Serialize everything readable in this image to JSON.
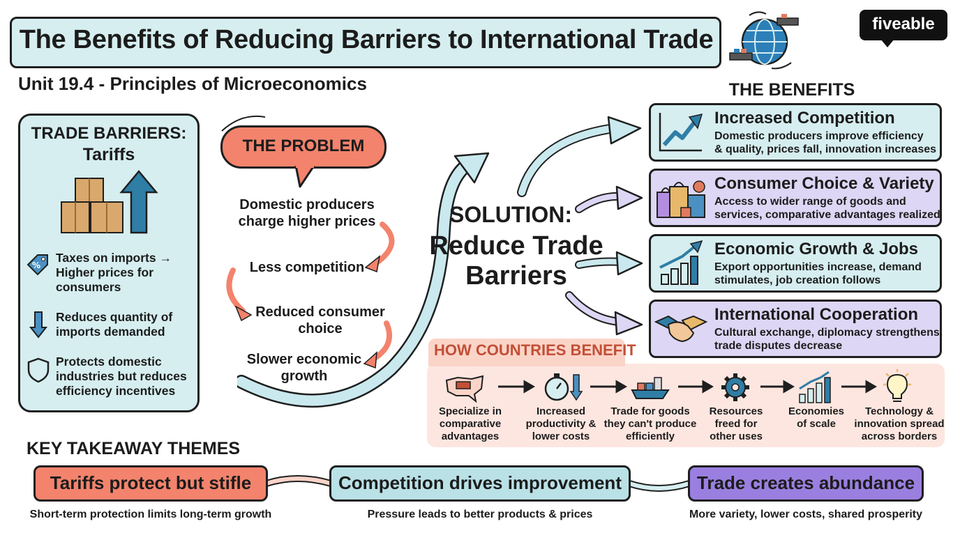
{
  "header": {
    "title": "The Benefits of Reducing Barriers to International Trade",
    "subtitle": "Unit 19.4 - Principles of Microeconomics",
    "logo": "fiveable"
  },
  "barriers": {
    "heading_line1": "TRADE BARRIERS:",
    "heading_line2": "Tariffs",
    "items": [
      {
        "icon": "price-tag-icon",
        "text": "Taxes on imports → Higher prices for consumers"
      },
      {
        "icon": "down-arrow-icon",
        "text": "Reduces quantity of imports demanded"
      },
      {
        "icon": "shield-icon",
        "text": "Protects domestic industries but reduces efficiency incentives"
      }
    ]
  },
  "problem": {
    "label": "THE PROBLEM",
    "steps": [
      "Domestic producers charge higher prices",
      "Less competition",
      "Reduced consumer choice",
      "Slower economic growth"
    ]
  },
  "solution": {
    "line1": "SOLUTION:",
    "line2": "Reduce Trade Barriers"
  },
  "benefits": {
    "heading": "THE BENEFITS",
    "items": [
      {
        "icon": "trending-chart-icon",
        "title": "Increased Competition",
        "desc_line1": "Domestic producers improve efficiency",
        "desc_line2": "& quality, prices fall, innovation increases",
        "color": "#d6eef0"
      },
      {
        "icon": "shopping-bags-icon",
        "title": "Consumer Choice & Variety",
        "desc_line1": "Access to wider range of goods and",
        "desc_line2": "services, comparative advantages realized",
        "color": "#ddd6f4"
      },
      {
        "icon": "bar-growth-icon",
        "title": "Economic Growth & Jobs",
        "desc_line1": "Export opportunities increase, demand",
        "desc_line2": "stimulates, job creation follows",
        "color": "#d6eef0"
      },
      {
        "icon": "handshake-icon",
        "title": "International Cooperation",
        "desc_line1": "Cultural exchange, diplomacy strengthens,",
        "desc_line2": "trade disputes decrease",
        "color": "#ddd6f4"
      }
    ]
  },
  "how_countries_benefit": {
    "title": "HOW COUNTRIES BENEFIT",
    "steps": [
      {
        "icon": "country-map-icon",
        "line1": "Specialize in",
        "line2": "comparative",
        "line3": "advantages"
      },
      {
        "icon": "stopwatch-icon",
        "line1": "Increased",
        "line2": "productivity &",
        "line3": "lower costs"
      },
      {
        "icon": "cargo-ship-icon",
        "line1": "Trade for goods",
        "line2": "they can't produce",
        "line3": "efficiently"
      },
      {
        "icon": "gear-icon",
        "line1": "Resources",
        "line2": "freed for",
        "line3": "other uses"
      },
      {
        "icon": "growth-chart-icon",
        "line1": "Economies",
        "line2": "of scale",
        "line3": ""
      },
      {
        "icon": "lightbulb-icon",
        "line1": "Technology &",
        "line2": "innovation spread",
        "line3": "across borders"
      }
    ]
  },
  "key_takeaways": {
    "heading": "KEY TAKEAWAY THEMES",
    "themes": [
      {
        "label": "Tariffs protect but stifle",
        "desc": "Short-term protection limits long-term growth",
        "color": "#f3836c"
      },
      {
        "label": "Competition drives improvement",
        "desc": "Pressure leads to better products & prices",
        "color": "#b9e1e6"
      },
      {
        "label": "Trade creates abundance",
        "desc": "More variety, lower costs, shared prosperity",
        "color": "#9b7fe0"
      }
    ]
  }
}
